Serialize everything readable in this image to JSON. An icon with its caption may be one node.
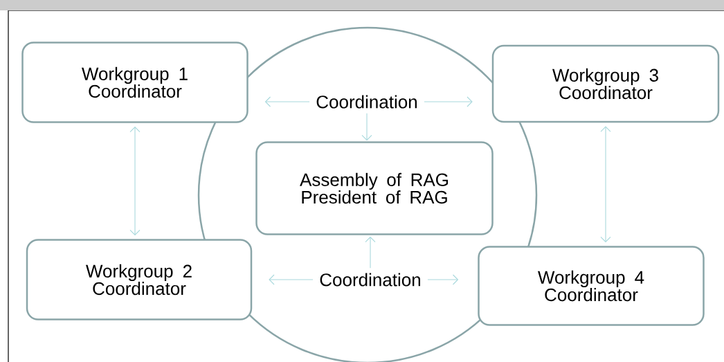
{
  "diagram": {
    "nodes": [
      {
        "text": [],
        "shape": "circle"
      },
      {
        "text": [
          "Workgroup 1 Coordinator"
        ]
      },
      {
        "text": [
          "Workgroup 3 Coordinator"
        ]
      },
      {
        "text": [
          "Coordination"
        ],
        "in": 0
      },
      {
        "text": [
          "Assembly of RAG President of RAG"
        ],
        "in": 0
      },
      {
        "text": [
          "Workgroup 2 Coordinator"
        ]
      },
      {
        "text": [
          "Coordination"
        ],
        "in": 0
      },
      {
        "text": [
          "Workgroup 4 Coordinator"
        ]
      }
    ],
    "edges": [
      {
        "from": 1,
        "to": 5,
        "arrow": "both"
      },
      {
        "from": 2,
        "to": 7,
        "arrow": "both"
      },
      {
        "from": 3,
        "to": 1,
        "arrow": "to"
      },
      {
        "from": 3,
        "to": 2,
        "arrow": "to"
      },
      {
        "from": 3,
        "to": 4,
        "arrow": "to"
      },
      {
        "from": 6,
        "to": 4,
        "arrow": "to"
      },
      {
        "from": 6,
        "to": 5,
        "arrow": "to"
      },
      {
        "from": 6,
        "to": 7,
        "arrow": "to"
      }
    ]
  }
}
